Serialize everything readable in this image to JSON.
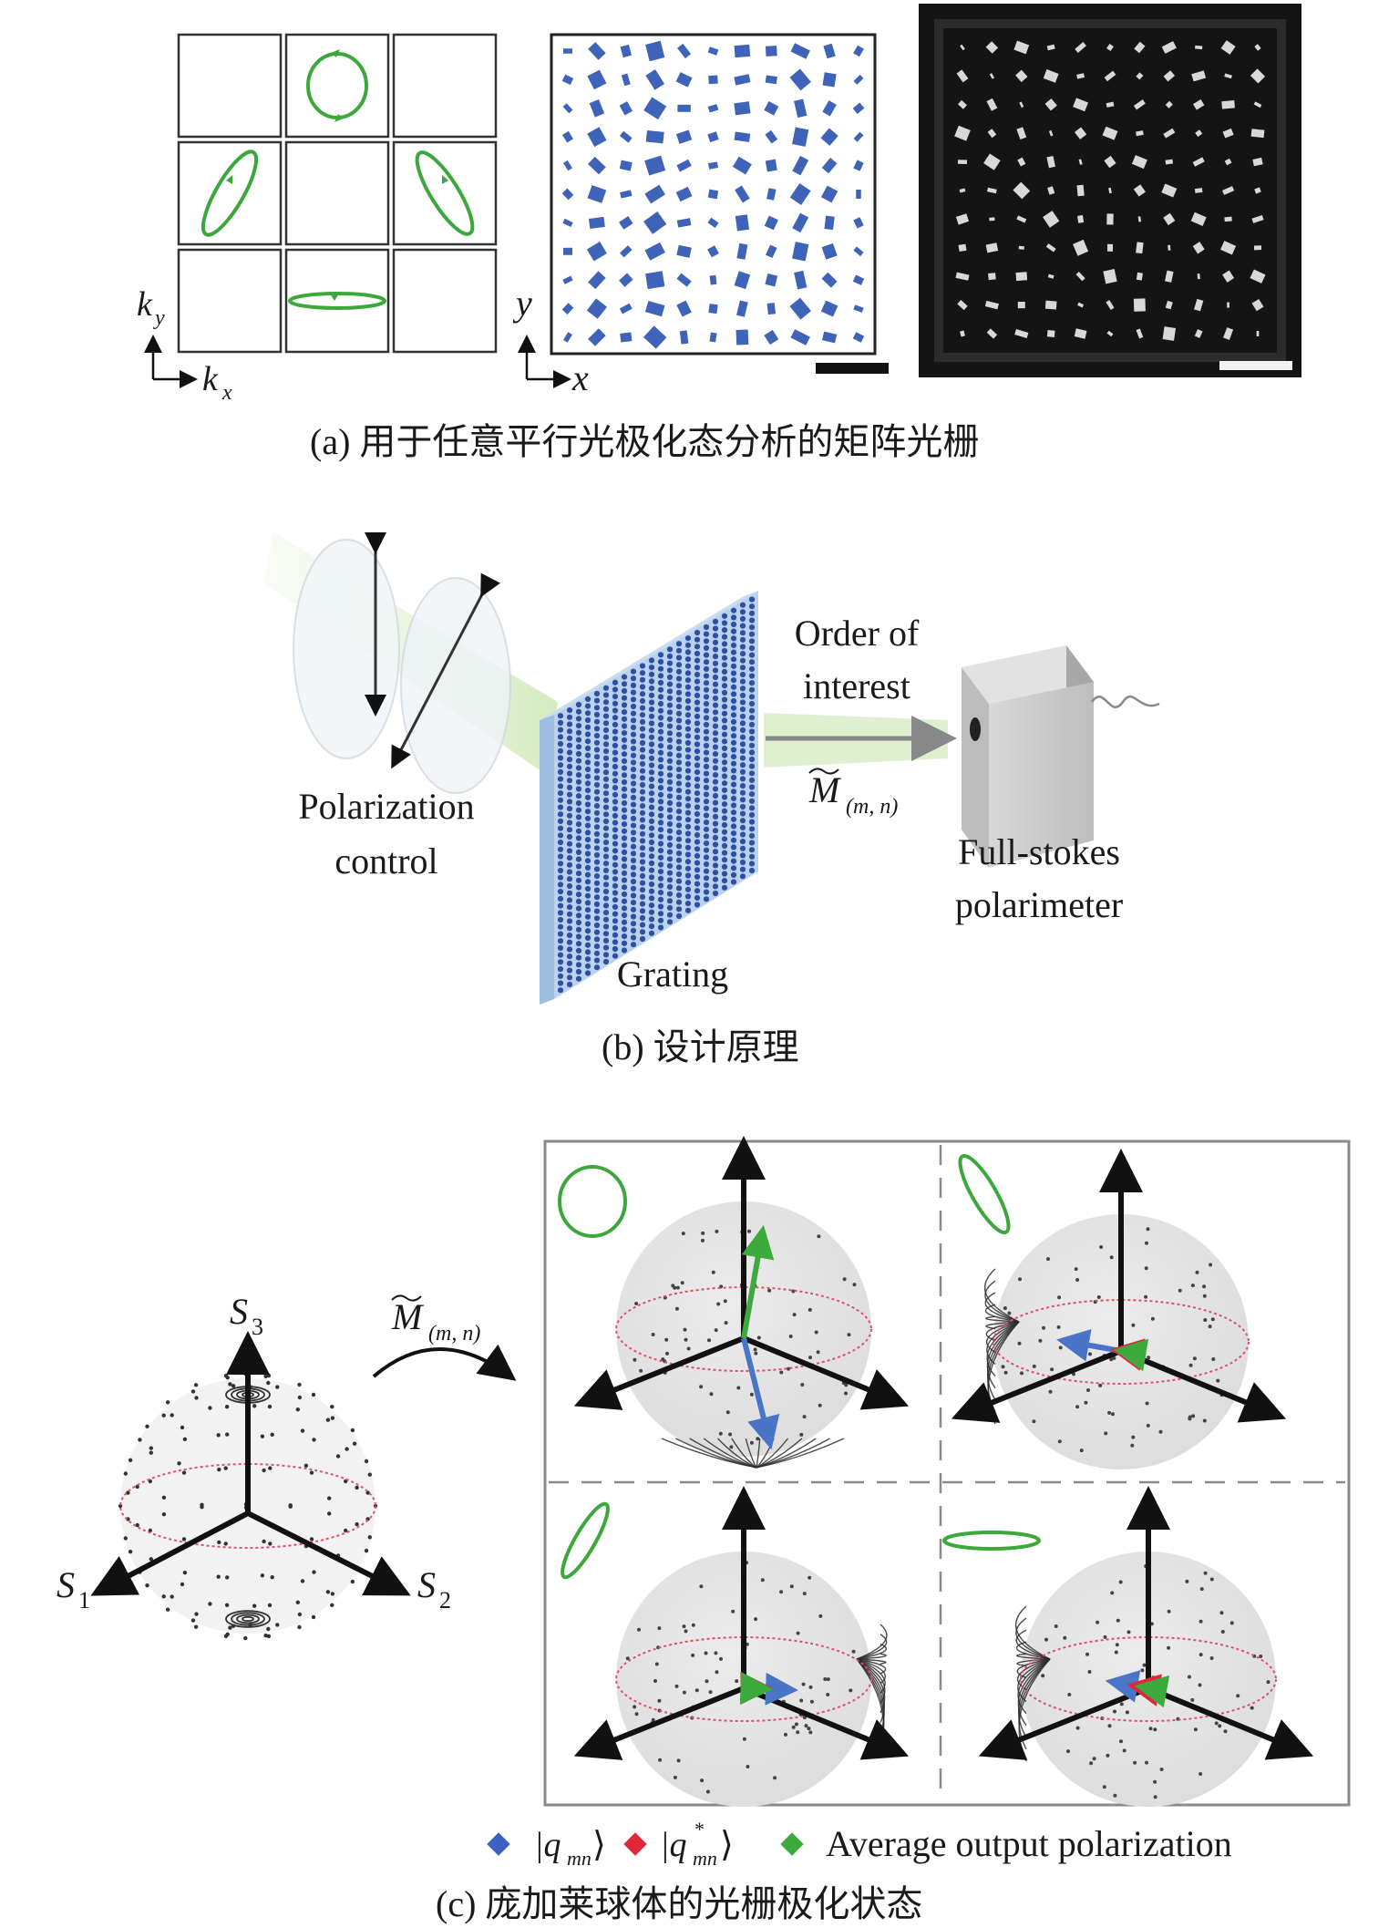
{
  "panel_a": {
    "caption": "(a) 用于任意平行光极化态分析的矩阵光栅",
    "ky_label": "k",
    "ky_sub": "y",
    "kx_label": "k",
    "kx_sub": "x",
    "y_label": "y",
    "x_label": "x",
    "colors": {
      "ellipse": "#3ca83c",
      "pixel": "#3f63b8",
      "sem_bg": "#141414"
    }
  },
  "panel_b": {
    "caption": "(b) 设计原理",
    "polarization_control_line1": "Polarization",
    "polarization_control_line2": "control",
    "grating_label": "Grating",
    "order_line1": "Order of",
    "order_line2": "interest",
    "operator_symbol": "M",
    "operator_sub": "(m, n)",
    "polarimeter_line1": "Full-stokes",
    "polarimeter_line2": "polarimeter",
    "colors": {
      "beam": "#d6ebc4",
      "grating": "#a9c7ea",
      "pixel": "#2f4fa0",
      "box": "#c8c8c8"
    }
  },
  "panel_c": {
    "caption": "(c) 庞加莱球体的光栅极化状态",
    "s3_label": "S",
    "s3_sub": "3",
    "s1_label": "S",
    "s1_sub": "1",
    "s2_label": "S",
    "s2_sub": "2",
    "operator_symbol": "M",
    "operator_sub": "(m, n)",
    "legend": [
      {
        "text_main": "|q",
        "text_sub": "mn",
        "text_sup": "",
        "text_end": "⟩",
        "color": "#3a62c0"
      },
      {
        "text_main": "|q",
        "text_sub": "mn",
        "text_sup": "*",
        "text_end": "⟩",
        "color": "#e02838"
      },
      {
        "text_main": "Average output polarization",
        "text_sub": "",
        "text_sup": "",
        "text_end": "",
        "color": "#3caa3c"
      }
    ],
    "colors": {
      "sphere": "#e3e3e3",
      "equator": "#e0506a",
      "arrow_blue": "#4a74c8",
      "arrow_red": "#e02838",
      "arrow_green": "#3caa3c"
    }
  }
}
